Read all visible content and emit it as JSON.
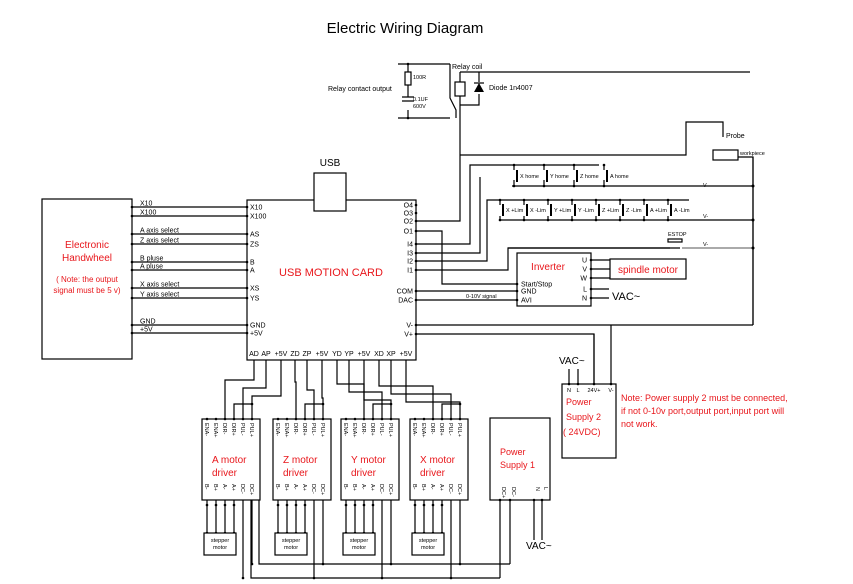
{
  "title": "Electric Wiring Diagram",
  "relay": {
    "coil_label": "Relay coil",
    "contact_label": "Relay contact output",
    "resistor": "100R",
    "capacitor_value": "0.1UF",
    "capacitor_voltage": "600V",
    "diode": "Diode 1n4007"
  },
  "probe": {
    "probe_label": "Probe",
    "workpiece_label": "workpiece"
  },
  "usb_label": "USB",
  "motion_card": {
    "name": "USB MOTION CARD",
    "left_pins": [
      "X10",
      "X100",
      "AS",
      "ZS",
      "B",
      "A",
      "XS",
      "YS",
      "GND",
      "+5V"
    ],
    "right_pins": [
      "O4",
      "O3",
      "O2",
      "O1",
      "I4",
      "I3",
      "I2",
      "I1",
      "COM",
      "DAC",
      "V-",
      "V+"
    ],
    "bottom_pins": [
      "AD",
      "AP",
      "+5V",
      "ZD",
      "ZP",
      "+5V",
      "YD",
      "YP",
      "+5V",
      "XD",
      "XP",
      "+5V"
    ]
  },
  "handwheel": {
    "name_line1": "Electronic",
    "name_line2": "Handwheel",
    "note_line1": "( Note: the output",
    "note_line2": "signal must be 5 v)",
    "signals": [
      "X10",
      "X100",
      "A axis select",
      "Z axis select",
      "B pluse",
      "A pluse",
      "X axis select",
      "Y axis select",
      "GND",
      "+5V"
    ]
  },
  "home_switches": [
    "X home",
    "Y home",
    "Z home",
    "A home"
  ],
  "limit_switches": [
    "X +Lim",
    "X -Lim",
    "Y +Lim",
    "Y -Lim",
    "Z +Lim",
    "Z -Lim",
    "A +Lim",
    "A -Lim"
  ],
  "vminus_label": "V-",
  "estop_label": "ESTOP",
  "inverter": {
    "name": "Inverter",
    "left_pins": [
      "Start/Stop",
      "GND",
      "AVI"
    ],
    "right_pins": [
      "U",
      "V",
      "W",
      "L",
      "N"
    ],
    "signal_label": "0-10V signal",
    "vac_label": "VAC~"
  },
  "spindle_motor": "spindle motor",
  "power_supply_2": {
    "name_line1": "Power",
    "name_line2": "Supply 2",
    "name_line3": "( 24VDC)",
    "pins": [
      "N",
      "L",
      "24V+",
      "V-"
    ],
    "vac_label": "VAC~",
    "note_line1": "Note: Power supply 2 must be connected,",
    "note_line2": "if not 0-10v port,output port,input port will",
    "note_line3": "not work."
  },
  "power_supply_1": {
    "name_line1": "Power",
    "name_line2": "Supply 1",
    "pins": [
      "DC+",
      "DC-",
      "N",
      "L"
    ],
    "vac_label": "VAC~"
  },
  "drivers": [
    {
      "name_line1": "A motor",
      "name_line2": "driver"
    },
    {
      "name_line1": "Z motor",
      "name_line2": "driver"
    },
    {
      "name_line1": "Y motor",
      "name_line2": "driver"
    },
    {
      "name_line1": "X motor",
      "name_line2": "driver"
    }
  ],
  "driver_top_pins": [
    "ENA-",
    "ENA+",
    "DIR-",
    "DIR+",
    "PUL-",
    "PUL+"
  ],
  "driver_bottom_pins": [
    "B-",
    "B+",
    "A-",
    "A+",
    "DC-",
    "DC+"
  ],
  "stepper_label_line1": "stepper",
  "stepper_label_line2": "motor"
}
